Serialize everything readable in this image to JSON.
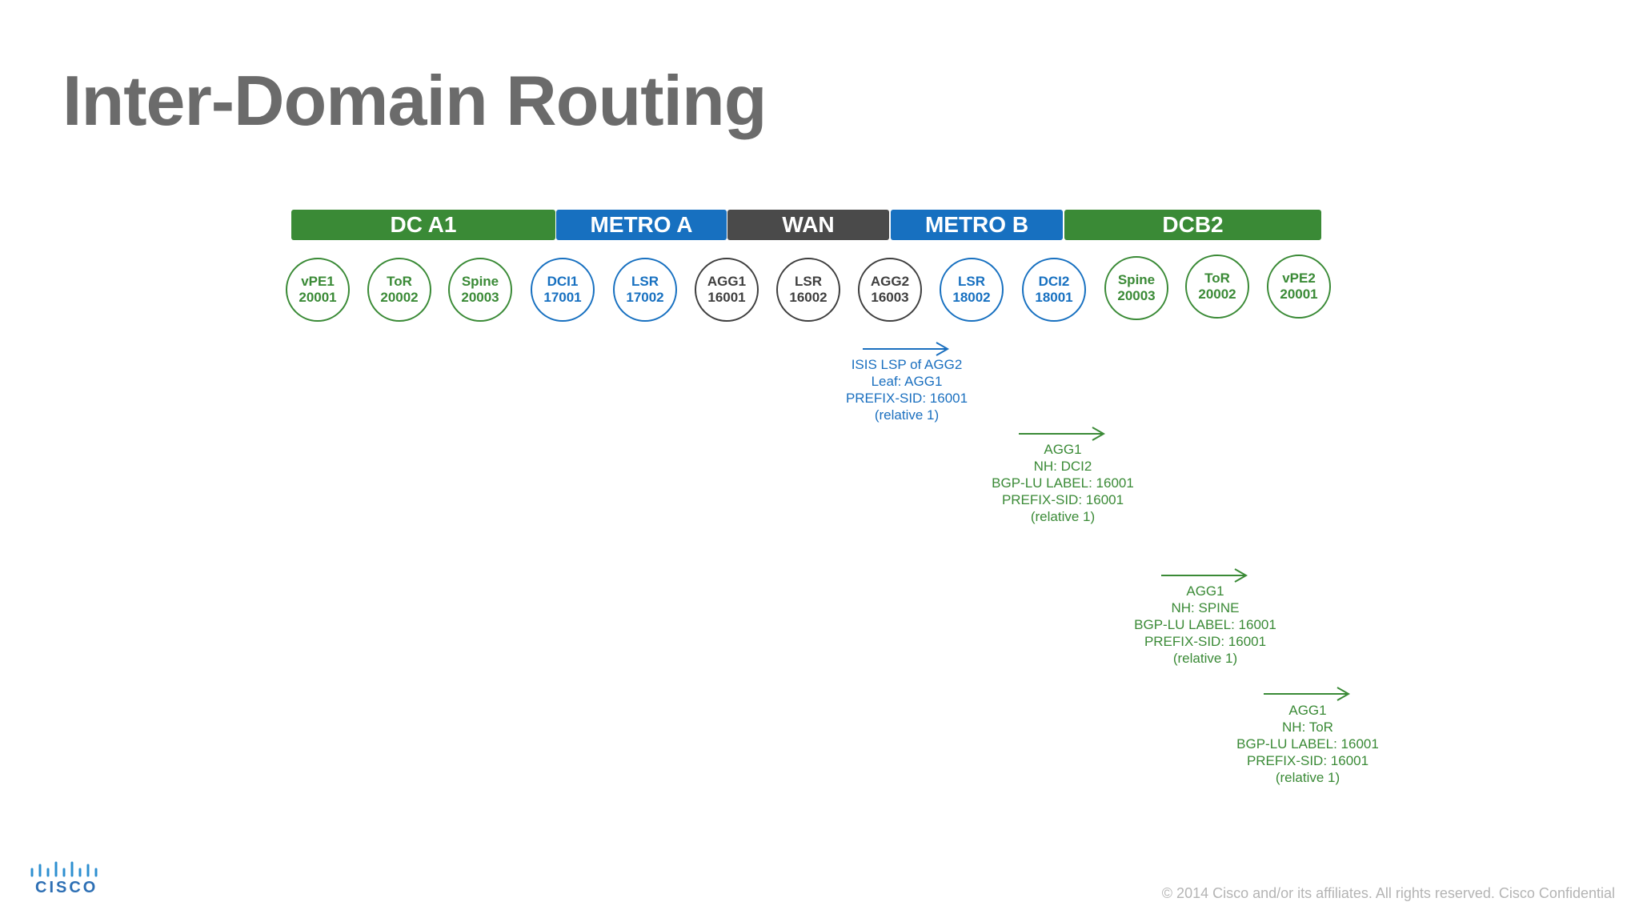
{
  "title": "Inter-Domain Routing",
  "colors": {
    "green": "#3a8a36",
    "blue": "#1770c0",
    "gray": "#4a4a4a"
  },
  "domains": [
    {
      "label": "DC A1",
      "color": "green"
    },
    {
      "label": "METRO A",
      "color": "blue"
    },
    {
      "label": "WAN",
      "color": "gray"
    },
    {
      "label": "METRO B",
      "color": "blue"
    },
    {
      "label": "DCB2",
      "color": "green"
    }
  ],
  "nodes": [
    {
      "name": "vPE1",
      "sid": "20001",
      "color": "green"
    },
    {
      "name": "ToR",
      "sid": "20002",
      "color": "green"
    },
    {
      "name": "Spine",
      "sid": "20003",
      "color": "green"
    },
    {
      "name": "DCI1",
      "sid": "17001",
      "color": "blue"
    },
    {
      "name": "LSR",
      "sid": "17002",
      "color": "blue"
    },
    {
      "name": "AGG1",
      "sid": "16001",
      "color": "gray"
    },
    {
      "name": "LSR",
      "sid": "16002",
      "color": "gray"
    },
    {
      "name": "AGG2",
      "sid": "16003",
      "color": "gray"
    },
    {
      "name": "LSR",
      "sid": "18002",
      "color": "blue"
    },
    {
      "name": "DCI2",
      "sid": "18001",
      "color": "blue"
    },
    {
      "name": "Spine",
      "sid": "20003",
      "color": "green"
    },
    {
      "name": "ToR",
      "sid": "20002",
      "color": "green"
    },
    {
      "name": "vPE2",
      "sid": "20001",
      "color": "green"
    }
  ],
  "hops": [
    {
      "color": "blue",
      "lines": [
        "ISIS LSP of AGG2",
        "Leaf: AGG1",
        "PREFIX-SID: 16001",
        "(relative 1)"
      ]
    },
    {
      "color": "green",
      "lines": [
        "AGG1",
        "NH: DCI2",
        "BGP-LU LABEL: 16001",
        "PREFIX-SID: 16001",
        "(relative 1)"
      ]
    },
    {
      "color": "green",
      "lines": [
        "AGG1",
        "NH: SPINE",
        "BGP-LU LABEL: 16001",
        "PREFIX-SID: 16001",
        "(relative 1)"
      ]
    },
    {
      "color": "green",
      "lines": [
        "AGG1",
        "NH: ToR",
        "BGP-LU LABEL: 16001",
        "PREFIX-SID: 16001",
        "(relative 1)"
      ]
    }
  ],
  "logo_text": "CISCO",
  "footer": "© 2014  Cisco and/or its affiliates. All rights reserved.   Cisco Confidential"
}
